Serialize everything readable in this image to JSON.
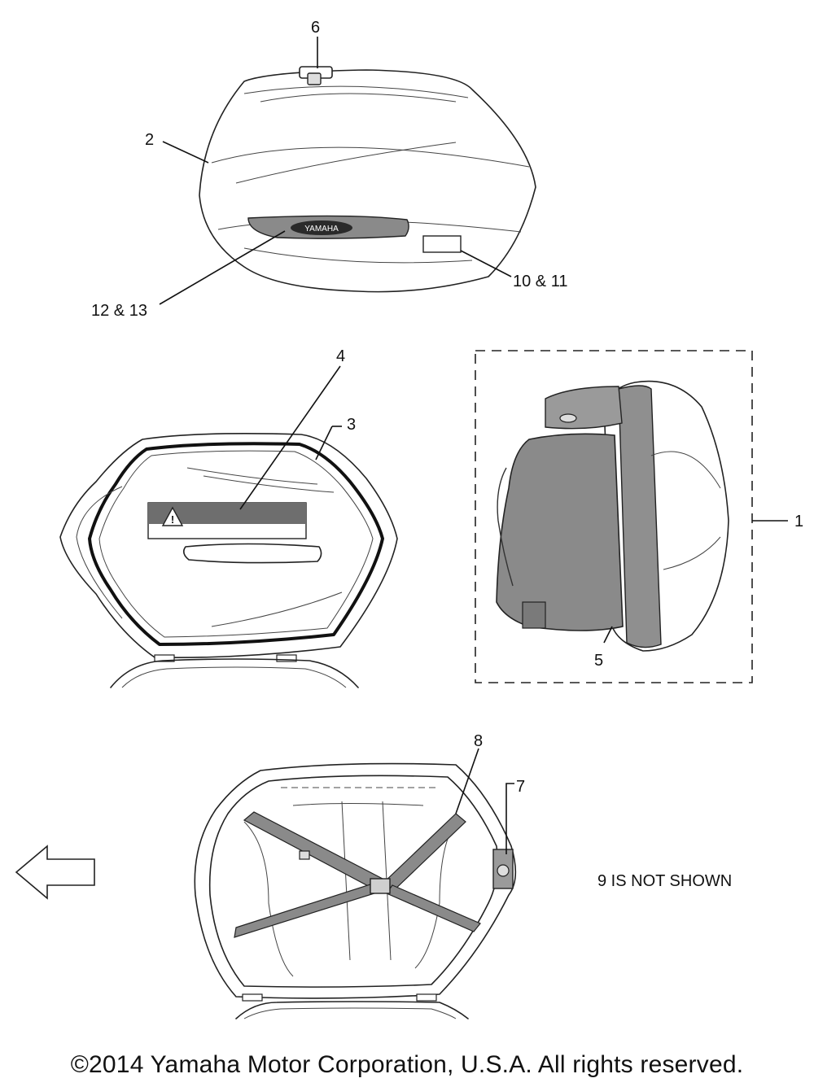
{
  "callouts": {
    "c1": "1",
    "c2": "2",
    "c3": "3",
    "c4": "4",
    "c5": "5",
    "c6": "6",
    "c7": "7",
    "c8": "8",
    "c10_11": "10 & 11",
    "c12_13": "12 & 13"
  },
  "badge_text": "YAMAHA",
  "warning_symbol": "!",
  "note": "9 IS NOT SHOWN",
  "copyright": "©2014 Yamaha Motor Corporation, U.S.A. All rights reserved.",
  "icons": {
    "direction": "left-arrow-icon",
    "warning": "warning-triangle-icon"
  }
}
